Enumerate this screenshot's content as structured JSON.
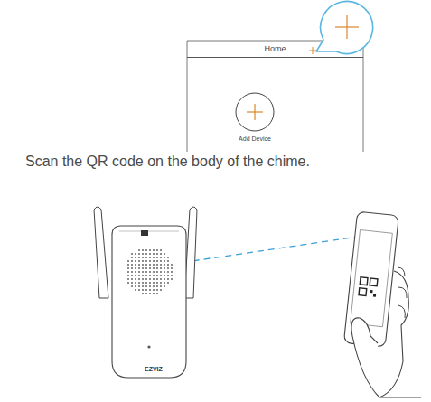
{
  "diagram": {
    "nodes": [
      {
        "text": [
          "Home"
        ]
      },
      {
        "text": [
          "Add Device"
        ]
      }
    ],
    "labels": [
      "Scan the QR code on the body of the chime.",
      "EZVIZ"
    ]
  }
}
